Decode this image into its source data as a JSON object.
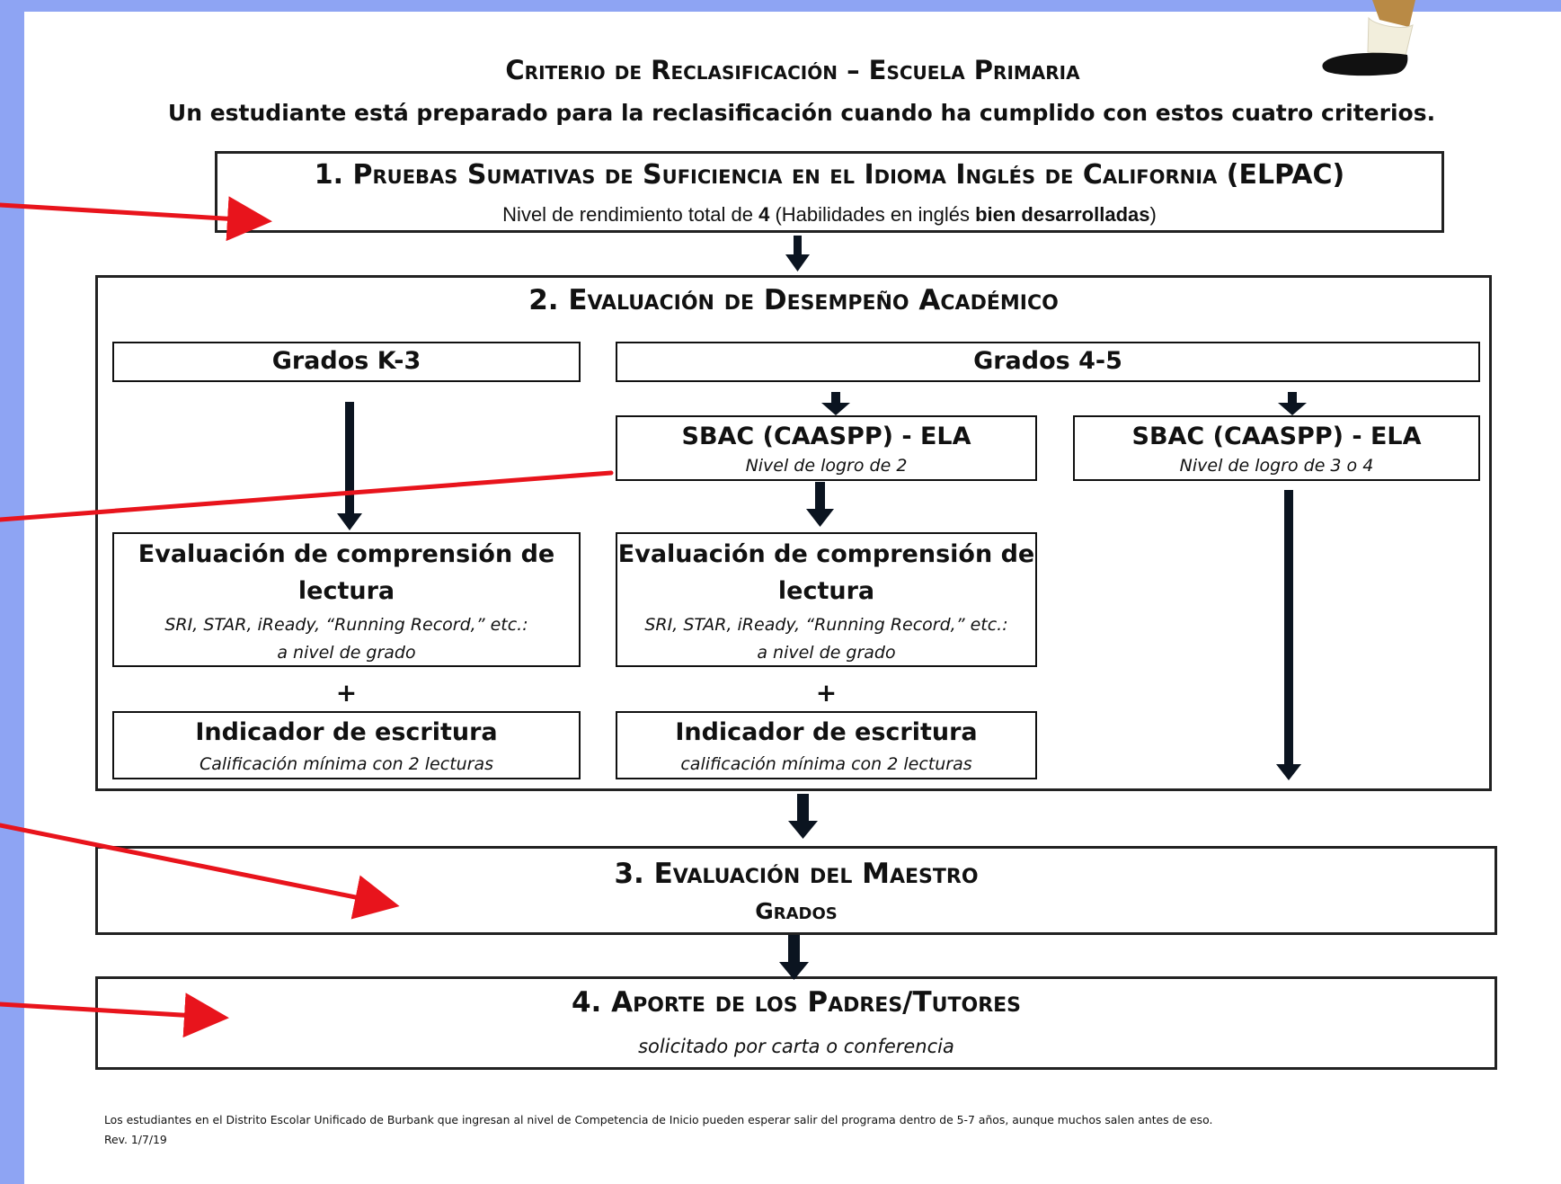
{
  "header": {
    "title": "Criterio de Reclasificación – Escuela Primaria",
    "subtitle": "Un estudiante está preparado para la reclasificación cuando ha cumplido con estos cuatro criterios."
  },
  "criterion1": {
    "number": "1.",
    "title": "Pruebas Sumativas de Suficiencia en el Idioma Inglés de California (ELPAC)",
    "desc_pre": "Nivel de rendimiento total de ",
    "desc_bold1": "4",
    "desc_mid": " (Habilidades en inglés ",
    "desc_bold2": "bien desarrolladas",
    "desc_post": ")"
  },
  "criterion2": {
    "title": "2. Evaluación de Desempeño Académico",
    "grades_k3": "Grados K-3",
    "grades_45": "Grados 4-5",
    "sbac_a": {
      "title": "SBAC (CAASPP) - ELA",
      "desc": "Nivel de logro de 2"
    },
    "sbac_b": {
      "title": "SBAC (CAASPP) - ELA",
      "desc": "Nivel de logro de 3 o 4"
    },
    "reading_left": {
      "title_line1": "Evaluación de comprensión de",
      "title_line2": "lectura",
      "desc_line1": "SRI, STAR, iReady, “Running Record,” etc.:",
      "desc_line2": "a nivel de grado"
    },
    "reading_right": {
      "title_line1": "Evaluación de comprensión de",
      "title_line2": "lectura",
      "desc_line1": "SRI, STAR, iReady, “Running Record,” etc.:",
      "desc_line2": "a nivel de grado"
    },
    "plus": "+",
    "writing_left": {
      "title": "Indicador de escritura",
      "desc": "Calificación mínima con 2 lecturas"
    },
    "writing_right": {
      "title": "Indicador de escritura",
      "desc": "calificación mínima con 2 lecturas"
    }
  },
  "criterion3": {
    "title": "3. Evaluación del Maestro",
    "sub": "Grados"
  },
  "criterion4": {
    "title": "4. Aporte de los Padres/Tutores",
    "desc": "solicitado por carta o conferencia"
  },
  "footer": {
    "note": "Los estudiantes en el Distrito Escolar Unificado de Burbank que ingresan al nivel de Competencia de Inicio pueden esperar salir del programa dentro de 5-7 años, aunque muchos salen antes de eso.",
    "rev": "Rev. 1/7/19"
  },
  "colors": {
    "background": "#8ea4f3",
    "page": "#ffffff",
    "pointer_arrow": "#e8141c",
    "flow_arrow": "#0b1420"
  }
}
